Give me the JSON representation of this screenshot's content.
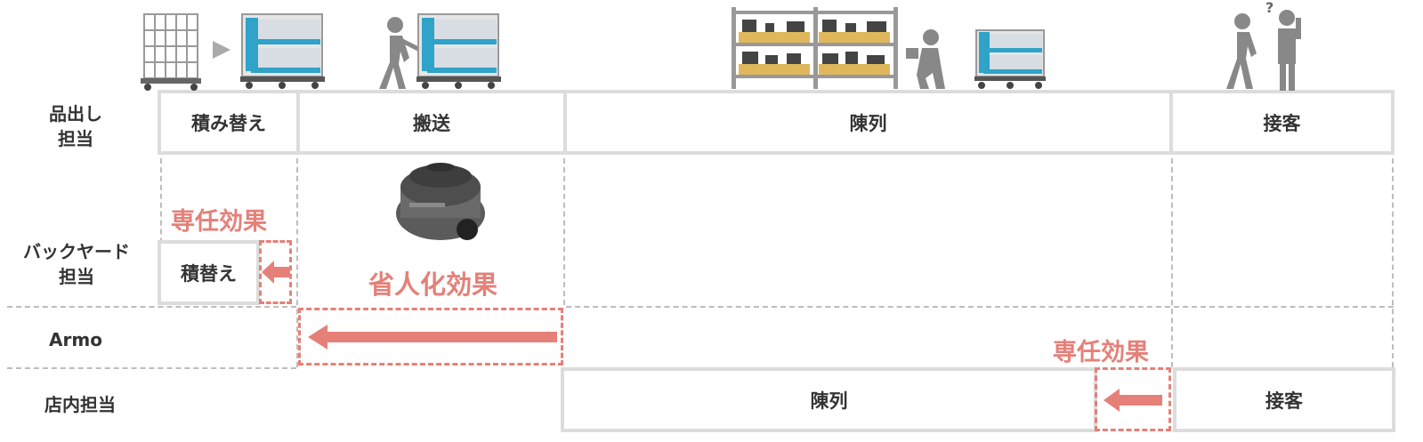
{
  "rows": {
    "picking": "品出し\n担当",
    "backyard": "バックヤード\n担当",
    "armo": "Armo",
    "store": "店内担当"
  },
  "top_row": {
    "restack": "積み替え",
    "transport": "搬送",
    "display": "陳列",
    "customer": "接客"
  },
  "backyard_row": {
    "restack": "積替え"
  },
  "store_row": {
    "display": "陳列",
    "customer": "接客"
  },
  "effects": {
    "dedicated_1": "専任効果",
    "labor_saving": "省人化効果",
    "dedicated_2": "専任効果"
  },
  "colors": {
    "accent": "#e58079",
    "box_border": "#dcdcdc",
    "icon": "#888888"
  }
}
